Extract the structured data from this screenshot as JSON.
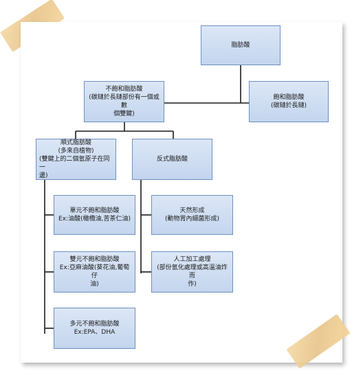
{
  "nodes": {
    "root": {
      "title": "脂肪酸"
    },
    "unsat": {
      "title": "不飽和脂肪酸",
      "sub1": "(碳鏈於長鏈部份有一個或數",
      "sub2": "個雙鍵)"
    },
    "sat": {
      "title": "飽和脂肪酸",
      "sub": "(碳鏈於長鏈)"
    },
    "cis": {
      "title": "順式脂肪酸",
      "sub1": "(多來自植物)",
      "sub2": "(雙鍵上的二個氫原子在同一",
      "sub3": "邊)"
    },
    "trans": {
      "title": "反式脂肪酸"
    },
    "mono": {
      "title": "單元不飽和脂肪酸",
      "sub": "Ex:油酸(橄欖油,苦茶仁油)"
    },
    "di": {
      "title": "雙元不飽和脂肪酸",
      "sub1": "Ex:亞麻油酸(葵花油,葡萄仔",
      "sub2": "油)"
    },
    "poly": {
      "title": "多元不飽和脂肪酸",
      "sub": "Ex:EPA、DHA"
    },
    "natural": {
      "title": "天然形成",
      "sub": "(動物胃內細菌形成)"
    },
    "artificial": {
      "title": "人工加工處理",
      "sub1": "(部份氫化處理或高溫油炸而",
      "sub2": "作)"
    }
  }
}
